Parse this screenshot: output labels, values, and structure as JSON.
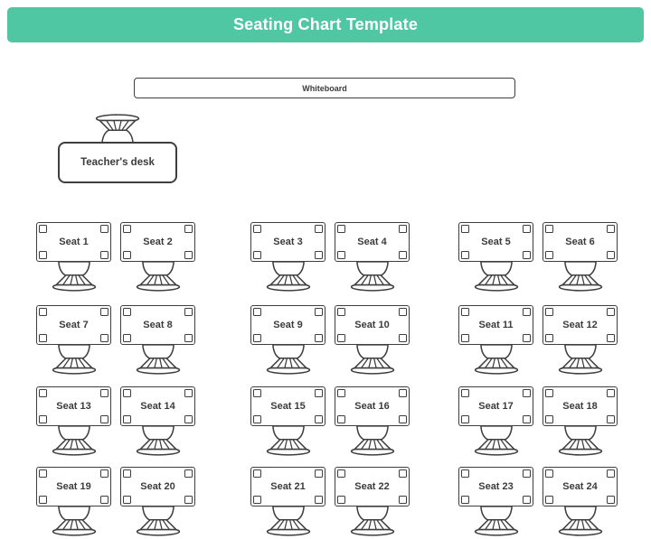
{
  "header": {
    "title": "Seating Chart Template"
  },
  "room": {
    "whiteboard_label": "Whiteboard",
    "teacher_desk_label": "Teacher's desk"
  },
  "seats": [
    "Seat 1",
    "Seat 2",
    "Seat 3",
    "Seat 4",
    "Seat 5",
    "Seat 6",
    "Seat 7",
    "Seat 8",
    "Seat 9",
    "Seat 10",
    "Seat 11",
    "Seat 12",
    "Seat 13",
    "Seat 14",
    "Seat 15",
    "Seat 16",
    "Seat 17",
    "Seat 18",
    "Seat 19",
    "Seat 20",
    "Seat 21",
    "Seat 22",
    "Seat 23",
    "Seat 24"
  ],
  "colors": {
    "accent_teal": "#50c7a3",
    "line": "#3e3e3e",
    "text": "#3b3b3b",
    "header_text": "#ffffff",
    "background": "#ffffff"
  }
}
